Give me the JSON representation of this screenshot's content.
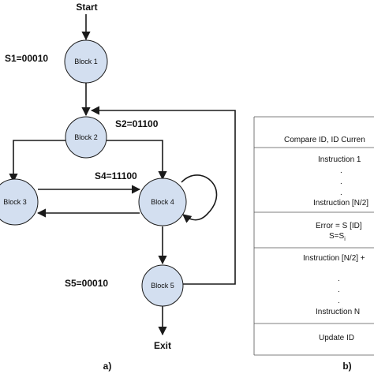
{
  "flow": {
    "start": "Start",
    "exit": "Exit",
    "blocks": [
      "Block 1",
      "Block 2",
      "Block 3",
      "Block 4",
      "Block 5"
    ],
    "states": {
      "s1": "S1=00010",
      "s2": "S2=01100",
      "s4": "S4=11100",
      "s5": "S5=00010"
    },
    "caption": "a)"
  },
  "panel": {
    "rows": [
      "Compare ID, ID Curren",
      "Instruction 1",
      ".",
      ".",
      ".",
      "Instruction [N/2]",
      "Error = S [ID]",
      "S=S",
      "i",
      "Instruction [N/2] +",
      ".",
      ".",
      ".",
      "Instruction N",
      "Update ID"
    ],
    "caption": "b)"
  }
}
